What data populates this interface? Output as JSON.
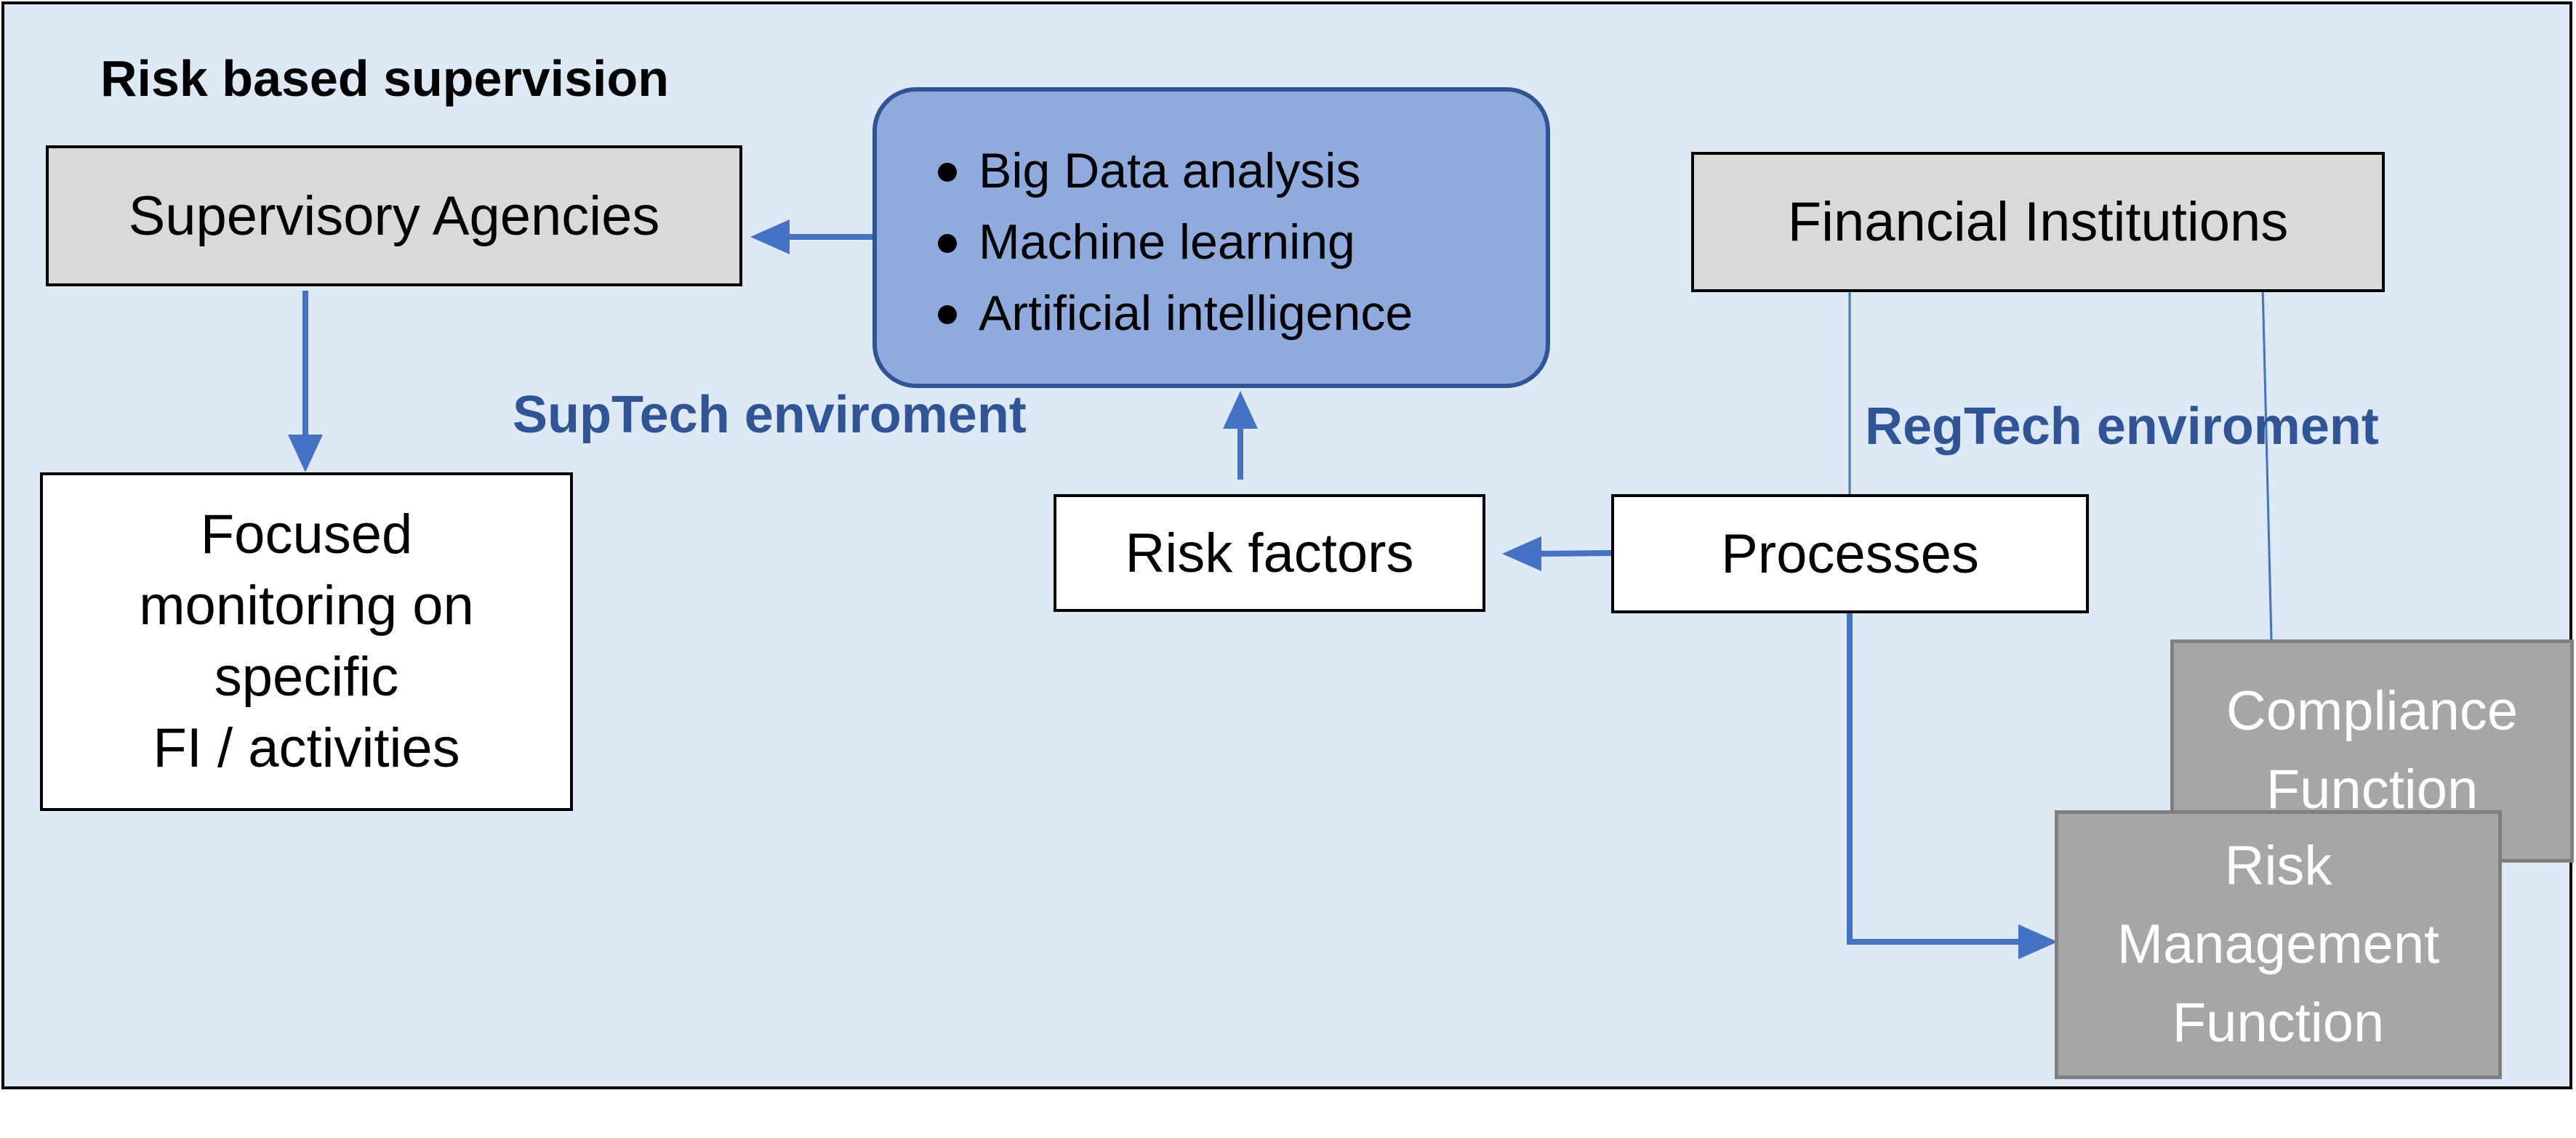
{
  "diagram": {
    "title": "Risk based supervision",
    "supervisory_agencies": "Supervisory Agencies",
    "focused_monitoring": [
      "Focused",
      "monitoring on",
      "specific",
      "FI / activities"
    ],
    "analytics_items": [
      "Big Data analysis",
      "Machine learning",
      "Artificial intelligence"
    ],
    "suptech_label": "SupTech enviroment",
    "regtech_label": "RegTech enviroment",
    "risk_factors": "Risk factors",
    "processes": "Processes",
    "financial_institutions": "Financial Institutions",
    "compliance_function": [
      "Compliance",
      "Function"
    ],
    "risk_management_function": [
      "Risk",
      "Management",
      "Function"
    ]
  },
  "colors": {
    "background": "#dde9f5",
    "arrow": "#4472c4",
    "env_text": "#2f5597",
    "analytics_fill": "#8faadc",
    "grey_box": "#d9d9d9",
    "function_box": "#a6a6a6"
  }
}
